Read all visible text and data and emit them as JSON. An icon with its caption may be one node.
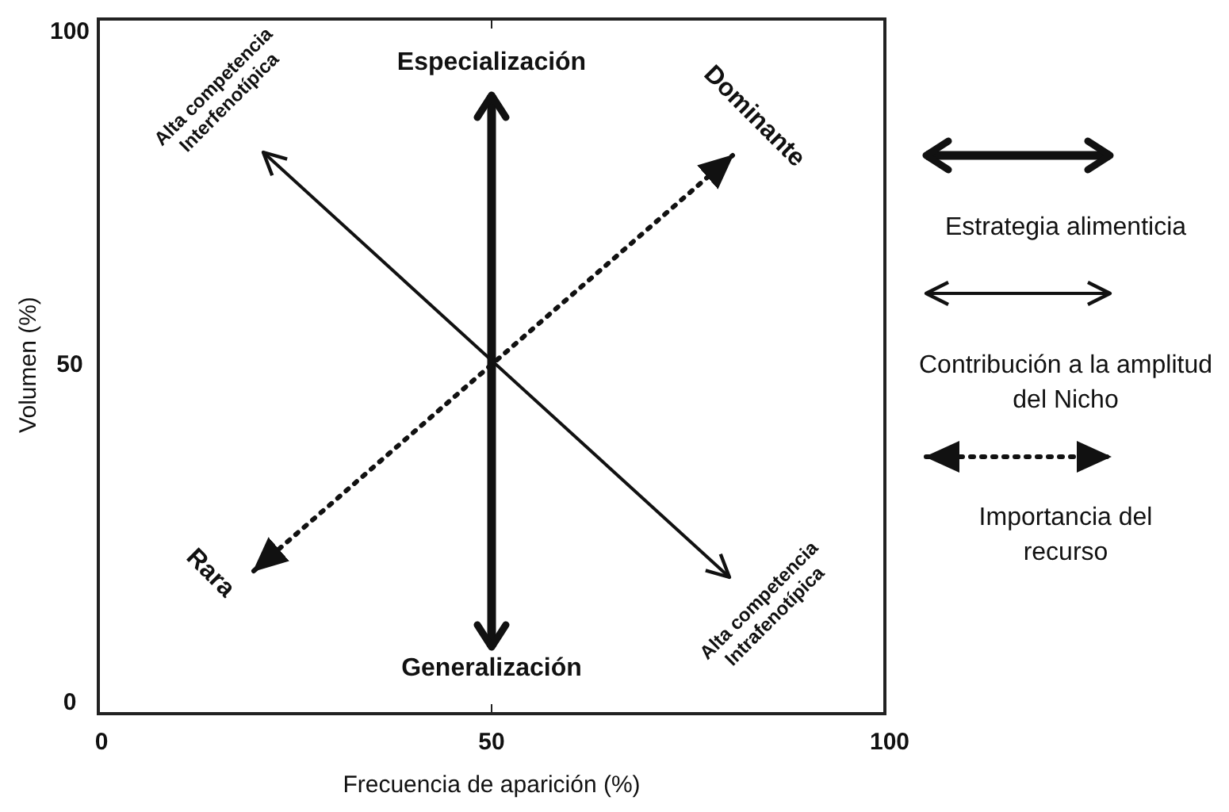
{
  "diagram": {
    "nodes": [
      {
        "text": [
          "Especialización"
        ]
      },
      {
        "text": [
          "Generalización"
        ]
      },
      {
        "text": [
          "Alta competencia Interfenotípica"
        ]
      },
      {
        "text": [
          "Alta competencia Intrafenotípica"
        ]
      },
      {
        "text": [
          "Dominante"
        ]
      },
      {
        "text": [
          "Rara"
        ]
      }
    ],
    "edges": [
      {
        "from": 0,
        "to": 1,
        "arrow": "both",
        "style": "thick"
      },
      {
        "from": 2,
        "to": 3,
        "arrow": "both"
      },
      {
        "from": 5,
        "to": 4,
        "arrow": "both",
        "style": "dashed"
      }
    ],
    "labels": [
      "100",
      "50",
      "0",
      "Volumen (%)",
      "0",
      "50",
      "100",
      "Frecuencia de aparición (%)"
    ],
    "legend": [
      {
        "text": "Estrategia alimenticia"
      },
      {
        "text": "Contribución a la amplitud del Nicho"
      },
      {
        "text": "Importancia del recurso"
      }
    ]
  }
}
